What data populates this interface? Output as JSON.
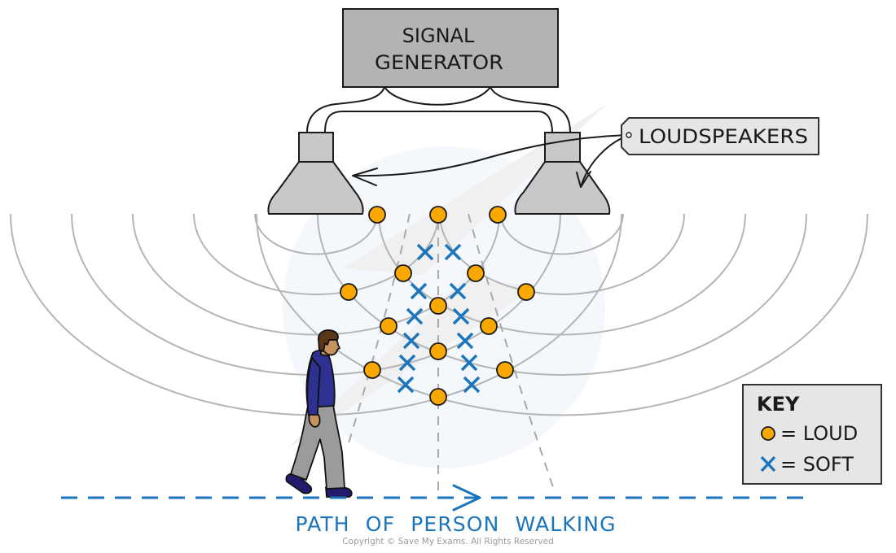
{
  "signal_generator": {
    "lines": [
      "SIGNAL",
      "GENERATOR"
    ]
  },
  "loudspeakers_tag": {
    "text": "LOUDSPEAKERS",
    "points_to": [
      "left-loudspeaker",
      "right-loudspeaker"
    ]
  },
  "waves": {
    "speakers": 2,
    "wavefronts_per_speaker": 5
  },
  "interference_points": {
    "loud_count": 14,
    "soft_count": 12
  },
  "key": {
    "title": "KEY",
    "items": [
      {
        "symbol": "circle-icon",
        "label": "= LOUD"
      },
      {
        "symbol": "cross-icon",
        "label": "= SOFT"
      }
    ]
  },
  "path": {
    "label": "PATH OF PERSON WALKING",
    "direction": "right"
  },
  "copyright": "Copyright © Save My Exams. All Rights Reserved",
  "colors": {
    "loud": "#f9a800",
    "soft": "#1b75bc",
    "path": "#1b75bc",
    "wave": "#b5b5b5",
    "equipment": "#c8c8c8",
    "generator": "#b3b3b3",
    "tag": "#e6e6e6",
    "shirt": "#2e3192",
    "trousers": "#9b9b9b",
    "shoes": "#231c6e",
    "skin": "#c8935e",
    "hair": "#5a3718"
  }
}
